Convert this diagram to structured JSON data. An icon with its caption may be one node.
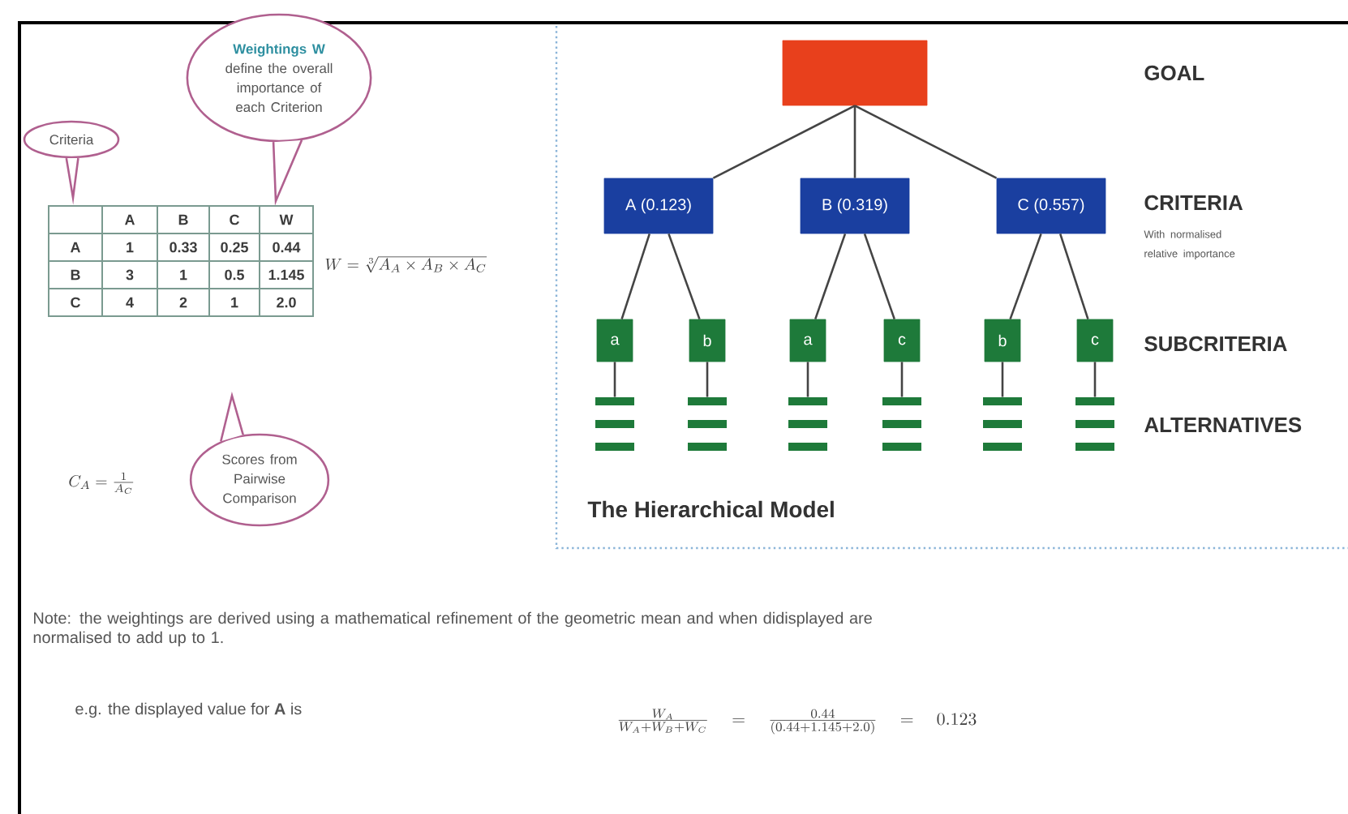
{
  "diagram": {
    "caption": "The Hierarchical Model",
    "nodes": [
      {
        "text": [
          "Criteria"
        ]
      },
      {
        "text": [
          "Weightings W",
          "define the overall importance of each Criterion"
        ]
      },
      {
        "text": [
          "Scores from Pairwise Comparison"
        ]
      },
      {
        "text": [],
        "shape": "box"
      },
      {
        "text": [
          "A (0.123)"
        ]
      },
      {
        "text": [
          "B (0.319)"
        ]
      },
      {
        "text": [
          "C (0.557)"
        ]
      },
      {
        "text": [
          "a"
        ]
      },
      {
        "text": [
          "b"
        ]
      },
      {
        "text": [
          "a"
        ]
      },
      {
        "text": [
          "c"
        ]
      },
      {
        "text": [
          "b"
        ]
      },
      {
        "text": [
          "c"
        ]
      },
      {
        "text": [],
        "shape": "bar"
      },
      {
        "text": [],
        "shape": "bar"
      },
      {
        "text": [],
        "shape": "bar"
      },
      {
        "text": [],
        "shape": "bar"
      },
      {
        "text": [],
        "shape": "bar"
      },
      {
        "text": [],
        "shape": "bar"
      }
    ],
    "edges": [
      {
        "from": 3,
        "to": 4,
        "arrow": "none"
      },
      {
        "from": 3,
        "to": 5,
        "arrow": "none"
      },
      {
        "from": 3,
        "to": 6,
        "arrow": "none"
      },
      {
        "from": 4,
        "to": 7,
        "arrow": "none"
      },
      {
        "from": 4,
        "to": 8,
        "arrow": "none"
      },
      {
        "from": 5,
        "to": 9,
        "arrow": "none"
      },
      {
        "from": 5,
        "to": 10,
        "arrow": "none"
      },
      {
        "from": 6,
        "to": 11,
        "arrow": "none"
      },
      {
        "from": 6,
        "to": 12,
        "arrow": "none"
      },
      {
        "from": 7,
        "to": 13,
        "arrow": "none"
      },
      {
        "from": 8,
        "to": 14,
        "arrow": "none"
      },
      {
        "from": 9,
        "to": 15,
        "arrow": "none"
      },
      {
        "from": 10,
        "to": 16,
        "arrow": "none"
      },
      {
        "from": 11,
        "to": 17,
        "arrow": "none"
      },
      {
        "from": 12,
        "to": 18,
        "arrow": "none"
      }
    ],
    "labels": [
      "A",
      "B",
      "C",
      "W",
      "A",
      "1",
      "0.33",
      "0.25",
      "0.44",
      "B",
      "3",
      "1",
      "0.5",
      "1.145",
      "C",
      "4",
      "2",
      "1",
      "2.0",
      "W=\\sqrt[3]{A_A \\times A_B \\times A_C}",
      "C_A = \\frac{1}{A_C}",
      "GOAL",
      "CRITERIA",
      "With normalised relative importance",
      "SUBCRITERIA",
      "ALTERNATIVES",
      "Note: the weightings are derived using a mathematical refinement of the geometric mean and when didisplayed are normalised to add up to 1.",
      "e.g. the displayed value for **A** is",
      "\\frac{W_A}{W_A + W_B + W_C} \\quad = \\quad \\frac{0.44}{(0.44 + 1.145 + 2.0)} \\quad = \\quad 0.123"
    ]
  }
}
